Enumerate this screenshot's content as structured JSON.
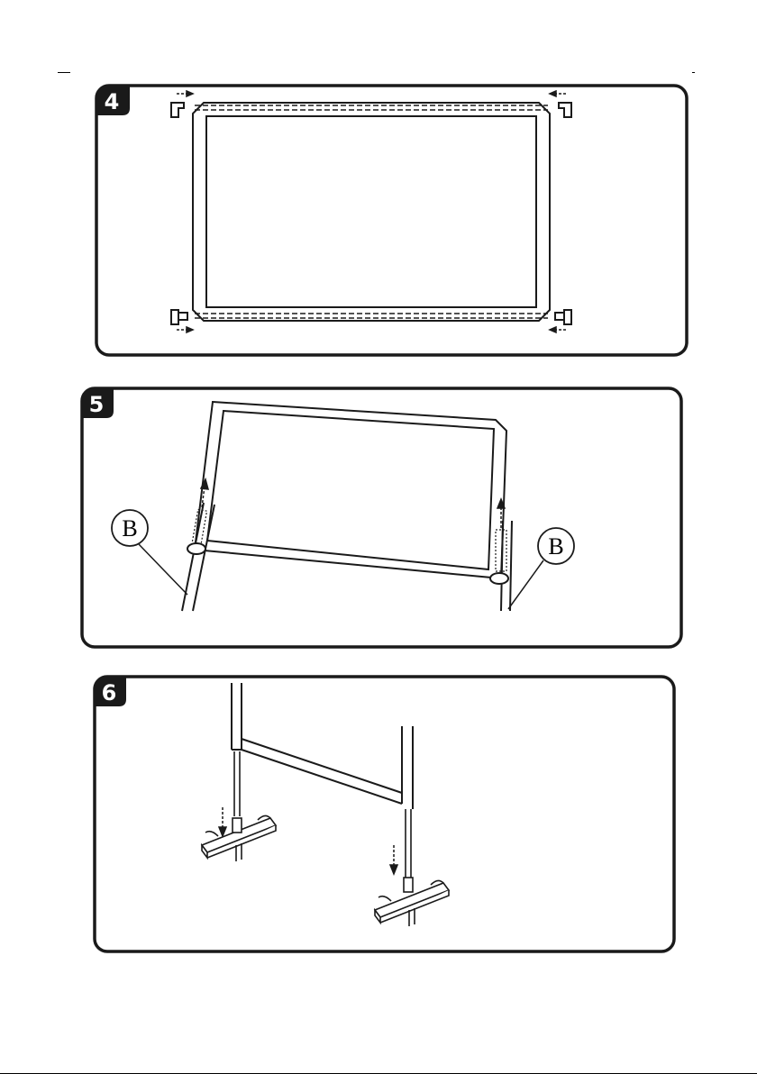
{
  "page": {
    "steps": [
      {
        "number": "4",
        "callouts": []
      },
      {
        "number": "5",
        "callouts": [
          "B",
          "B"
        ]
      },
      {
        "number": "6",
        "callouts": []
      }
    ]
  },
  "colors": {
    "line": "#1a1a1a",
    "badge_bg": "#1a1a1a",
    "badge_text": "#ffffff",
    "surface": "#ffffff"
  },
  "icons": [
    "corner-bracket-icon",
    "arrow-icon",
    "foot-stand-icon"
  ]
}
